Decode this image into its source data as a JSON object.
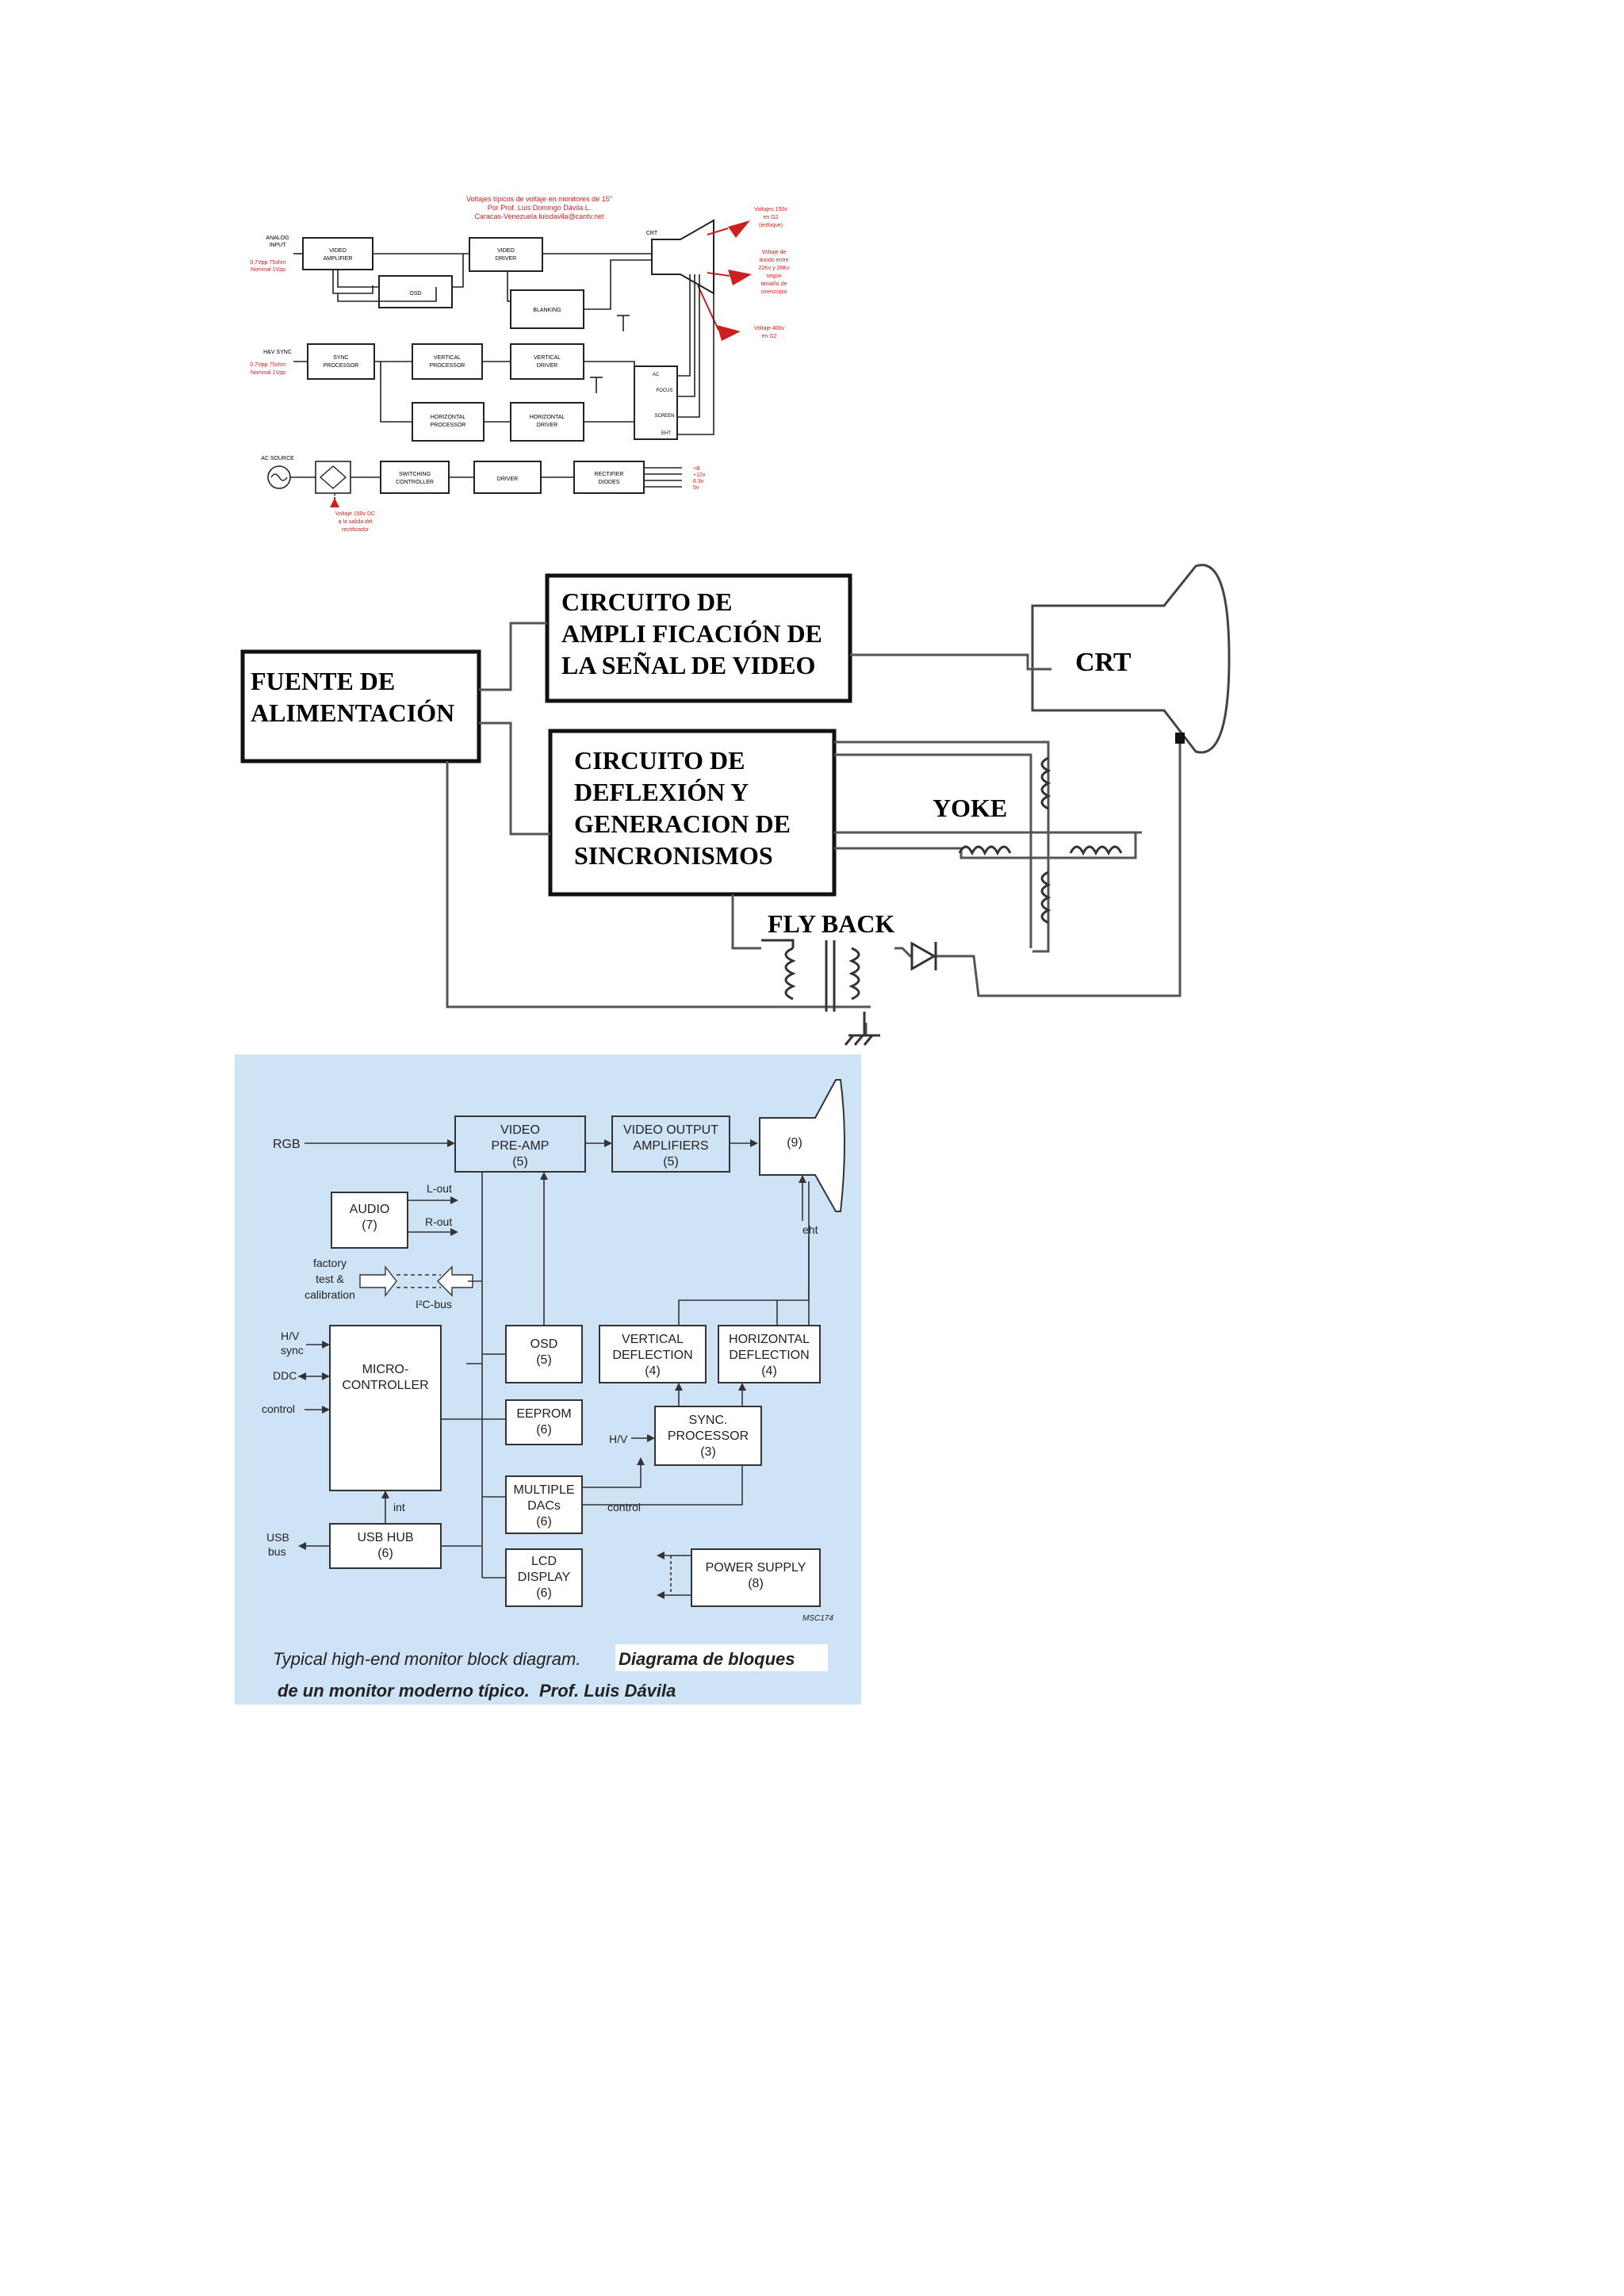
{
  "diagram1": {
    "title_lines": [
      "Voltajes típicos de voltaje en monitores de 15\"",
      "Por Prof. Luis Domingo Dávila L.",
      "Caracas-Venezuela  luisdavila@cantv.net"
    ],
    "inputs": {
      "analog": [
        "ANALOG",
        "INPUT",
        "0.7Vpp 75ohm",
        "Nominal 1Vpp"
      ],
      "sync": [
        "H&V SYNC",
        "0.7Vpp 75ohm",
        "Nominal 1Vpp"
      ],
      "ac": "AC SOURCE"
    },
    "blocks": {
      "video_amp": [
        "VIDEO",
        "AMPLIFIER"
      ],
      "osd": "OSD",
      "video_driver": [
        "VIDEO",
        "DRIVER"
      ],
      "blanking": "BLANKING",
      "sync_proc": [
        "SYNC",
        "PROCESSOR"
      ],
      "vert_proc": [
        "VERTICAL",
        "PROCESSOR"
      ],
      "vert_driver": [
        "VERTICAL",
        "DRIVER"
      ],
      "horiz_proc": [
        "HORIZONTAL",
        "PROCESSOR"
      ],
      "horiz_driver": [
        "HORIZONTAL",
        "DRIVER"
      ],
      "switching": [
        "SWITCHING",
        "CONTROLLER"
      ],
      "driver": "DRIVER",
      "rectifier": [
        "RECTIFIER",
        "DIODES"
      ],
      "fbt": [
        "AC",
        "FOCUS",
        "SCREEN",
        "EHT"
      ],
      "crt": "CRT"
    },
    "annotations": {
      "a1": [
        "Voltajes 150v",
        "en G2",
        "(enfoque)"
      ],
      "a2": [
        "Voltaje de",
        "ánodo entre",
        "22Kv y 26Kv",
        "según",
        "tamaño de",
        "cinescopio"
      ],
      "a3": [
        "Voltaje 400v",
        "en G2"
      ],
      "a4": [
        "Voltaje 150v DC",
        "a la salida del",
        "rectificador"
      ],
      "outputs": [
        "+B",
        "+12v",
        "6.3v",
        "5v"
      ]
    }
  },
  "diagram2": {
    "fuente": [
      "FUENTE DE",
      "ALIMENTACIÓN"
    ],
    "amplificacion": [
      "CIRCUITO DE",
      "AMPLI FICACIÓN DE",
      "LA SEÑAL DE VIDEO"
    ],
    "deflexion": [
      "CIRCUITO DE",
      "DEFLEXIÓN Y",
      "GENERACION DE",
      "SINCRONISMOS"
    ],
    "crt": "CRT",
    "yoke": "YOKE",
    "flyback": "FLY BACK"
  },
  "diagram3": {
    "labels": {
      "rgb": "RGB",
      "video_preamp": [
        "VIDEO",
        "PRE-AMP",
        "(5)"
      ],
      "video_output": [
        "VIDEO OUTPUT",
        "AMPLIFIERS",
        "(5)"
      ],
      "crt_num": "(9)",
      "eht": "eht",
      "audio": [
        "AUDIO",
        "(7)"
      ],
      "lout": "L-out",
      "rout": "R-out",
      "factory": [
        "factory",
        "test &",
        "calibration"
      ],
      "i2c": "I²C-bus",
      "hv_sync": [
        "H/V",
        "sync"
      ],
      "ddc": "DDC",
      "control_in": "control",
      "micro": [
        "MICRO-",
        "CONTROLLER"
      ],
      "int": "int",
      "usb_bus": [
        "USB",
        "bus"
      ],
      "usb_hub": [
        "USB HUB",
        "(6)"
      ],
      "osd": [
        "OSD",
        "(5)"
      ],
      "eeprom": [
        "EEPROM",
        "(6)"
      ],
      "dacs": [
        "MULTIPLE",
        "DACs",
        "(6)"
      ],
      "lcd": [
        "LCD",
        "DISPLAY",
        "(6)"
      ],
      "vert_defl": [
        "VERTICAL",
        "DEFLECTION",
        "(4)"
      ],
      "horiz_defl": [
        "HORIZONTAL",
        "DEFLECTION",
        "(4)"
      ],
      "sync_proc": [
        "SYNC.",
        "PROCESSOR",
        "(3)"
      ],
      "hv": "H/V",
      "control_dac": "control",
      "power": [
        "POWER SUPPLY",
        "(8)"
      ],
      "code": "MSC174"
    },
    "caption_line1_a": "Typical high-end monitor block diagram.",
    "caption_line1_b": "Diagrama de bloques",
    "caption_line2_a": "de un monitor moderno típico.",
    "caption_line2_b": "Prof. Luis Dávila"
  },
  "colors": {
    "diagram3_bg": "#cfe3f7",
    "annotation_red": "#cc1f1f",
    "line": "#222222"
  }
}
